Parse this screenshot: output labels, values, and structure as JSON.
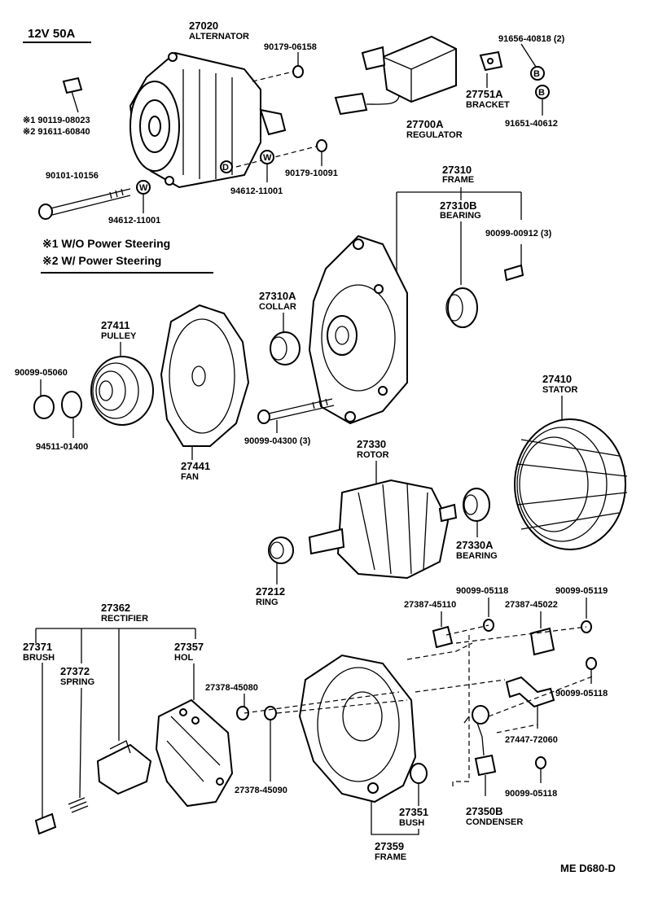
{
  "header": {
    "spec": "12V  50A"
  },
  "footer": {
    "code": "ME  D680-D"
  },
  "notes": {
    "note1": "※1 W/O Power Steering",
    "note2": "※2 W/ Power Steering"
  },
  "parts": {
    "alternator": {
      "number": "27020",
      "name": "ALTERNATOR"
    },
    "regulator": {
      "number": "27700A",
      "name": "REGULATOR"
    },
    "bracket": {
      "number": "27751A",
      "name": "BRACKET"
    },
    "frame_front": {
      "number": "27310",
      "name": "FRAME"
    },
    "bearing_front": {
      "number": "27310B",
      "name": "BEARING"
    },
    "collar": {
      "number": "27310A",
      "name": "COLLAR"
    },
    "pulley": {
      "number": "27411",
      "name": "PULLEY"
    },
    "fan": {
      "number": "27441",
      "name": "FAN"
    },
    "stator": {
      "number": "27410",
      "name": "STATOR"
    },
    "rotor": {
      "number": "27330",
      "name": "ROTOR"
    },
    "bearing_rear": {
      "number": "27330A",
      "name": "BEARING"
    },
    "ring": {
      "number": "27212",
      "name": "RING"
    },
    "rectifier": {
      "number": "27362",
      "name": "RECTIFIER"
    },
    "brush": {
      "number": "27371",
      "name": "BRUSH"
    },
    "spring": {
      "number": "27372",
      "name": "SPRING"
    },
    "holder": {
      "number": "27357",
      "name": "HOL"
    },
    "bush": {
      "number": "27351",
      "name": "BUSH"
    },
    "frame_rear": {
      "number": "27359",
      "name": "FRAME"
    },
    "condenser": {
      "number": "27350B",
      "name": "CONDENSER"
    }
  },
  "codes": {
    "c90179_06158": "90179-06158",
    "c91656_40818": "91656-40818 (2)",
    "c91651_40612": "91651-40612",
    "c90119_08023": "※1 90119-08023",
    "c91611_60840": "※2 91611-60840",
    "c90101_10156": "90101-10156",
    "c94612_11001_a": "94612-11001",
    "c94612_11001_b": "94612-11001",
    "c90179_10091": "90179-10091",
    "c90099_00912": "90099-00912 (3)",
    "c90099_05060": "90099-05060",
    "c94511_01400": "94511-01400",
    "c90099_04300": "90099-04300 (3)",
    "c90099_05118_a": "90099-05118",
    "c90099_05119": "90099-05119",
    "c27387_45110": "27387-45110",
    "c27387_45022": "27387-45022",
    "c90099_05118_b": "90099-05118",
    "c27378_45080": "27378-45080",
    "c27378_45090": "27378-45090",
    "c27447_72060": "27447-72060",
    "c90099_05118_c": "90099-05118"
  },
  "markers": {
    "washer": "W",
    "bolt": "B",
    "nut": "D"
  }
}
